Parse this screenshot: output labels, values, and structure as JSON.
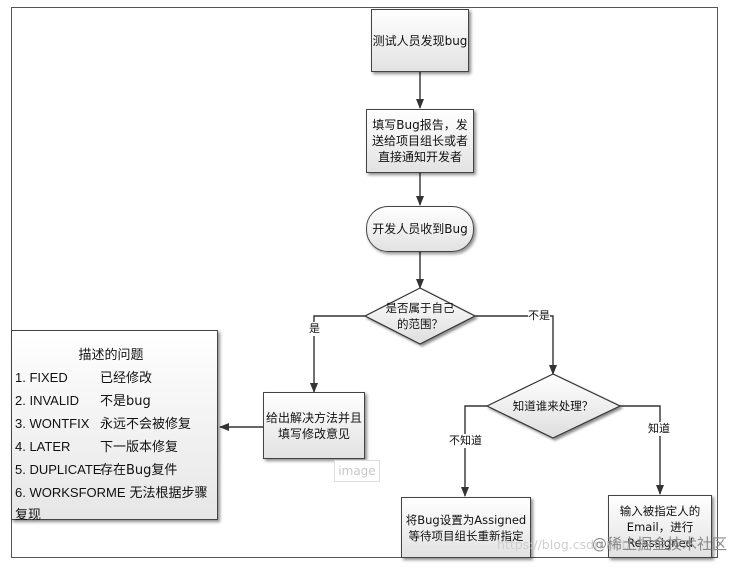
{
  "nodes": {
    "find_bug": "测试人员发现bug",
    "report_bug_lines": [
      "填写Bug报告，发",
      "送给项目组长或者",
      "直接通知开发者"
    ],
    "receive_bug": "开发人员收到Bug",
    "is_own_lines": [
      "是否属于自己",
      "的范围？"
    ],
    "who_handles": "知道谁来处理？",
    "fix_lines": [
      "给出解决方法并且",
      "填写修改意见"
    ],
    "set_assigned_lines": [
      "将Bug设置为Assigned",
      "等待项目组长重新指定"
    ],
    "reassign_lines": [
      "输入被指定人的",
      "Email，进行",
      "Reassigned"
    ]
  },
  "edge_labels": {
    "yes": "是",
    "no": "不是",
    "unknown": "不知道",
    "known": "知道"
  },
  "description": {
    "title": "描述的问题",
    "items": [
      {
        "code": "1. FIXED",
        "text": "已经修改"
      },
      {
        "code": "2. INVALID",
        "text": "不是bug"
      },
      {
        "code": "3. WONTFIX",
        "text": "永远不会被修复"
      },
      {
        "code": "4. LATER",
        "text": "下一版本修复"
      },
      {
        "code": "5. DUPLICATE",
        "text": "存在Bug复件"
      },
      {
        "code": "6. WORKSFORME",
        "text": "无法根据步骤"
      }
    ],
    "continuation": "复现"
  },
  "watermarks": {
    "image": "image",
    "url": "https://blog.csdn.net/",
    "brand": "@稀土掘金技术社区"
  }
}
